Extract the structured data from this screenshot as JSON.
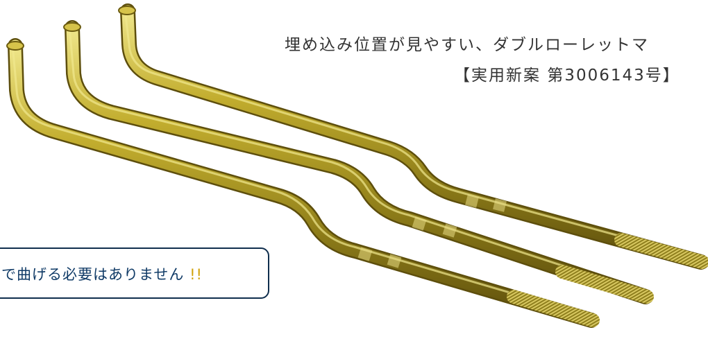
{
  "caption_line1": "埋め込み位置が見やすい、ダブルローレットマ",
  "caption_line2": "【実用新案 第3006143号】",
  "note": {
    "text": "で曲げる必要はありません",
    "emphasis": "!!"
  },
  "colors": {
    "rod_dark": "#7a6a12",
    "rod_mid": "#b8a52a",
    "rod_light": "#e6d86a",
    "box_border": "#0f2e4d",
    "note_text": "#0f3a66",
    "emphasis": "#d1a20a"
  }
}
